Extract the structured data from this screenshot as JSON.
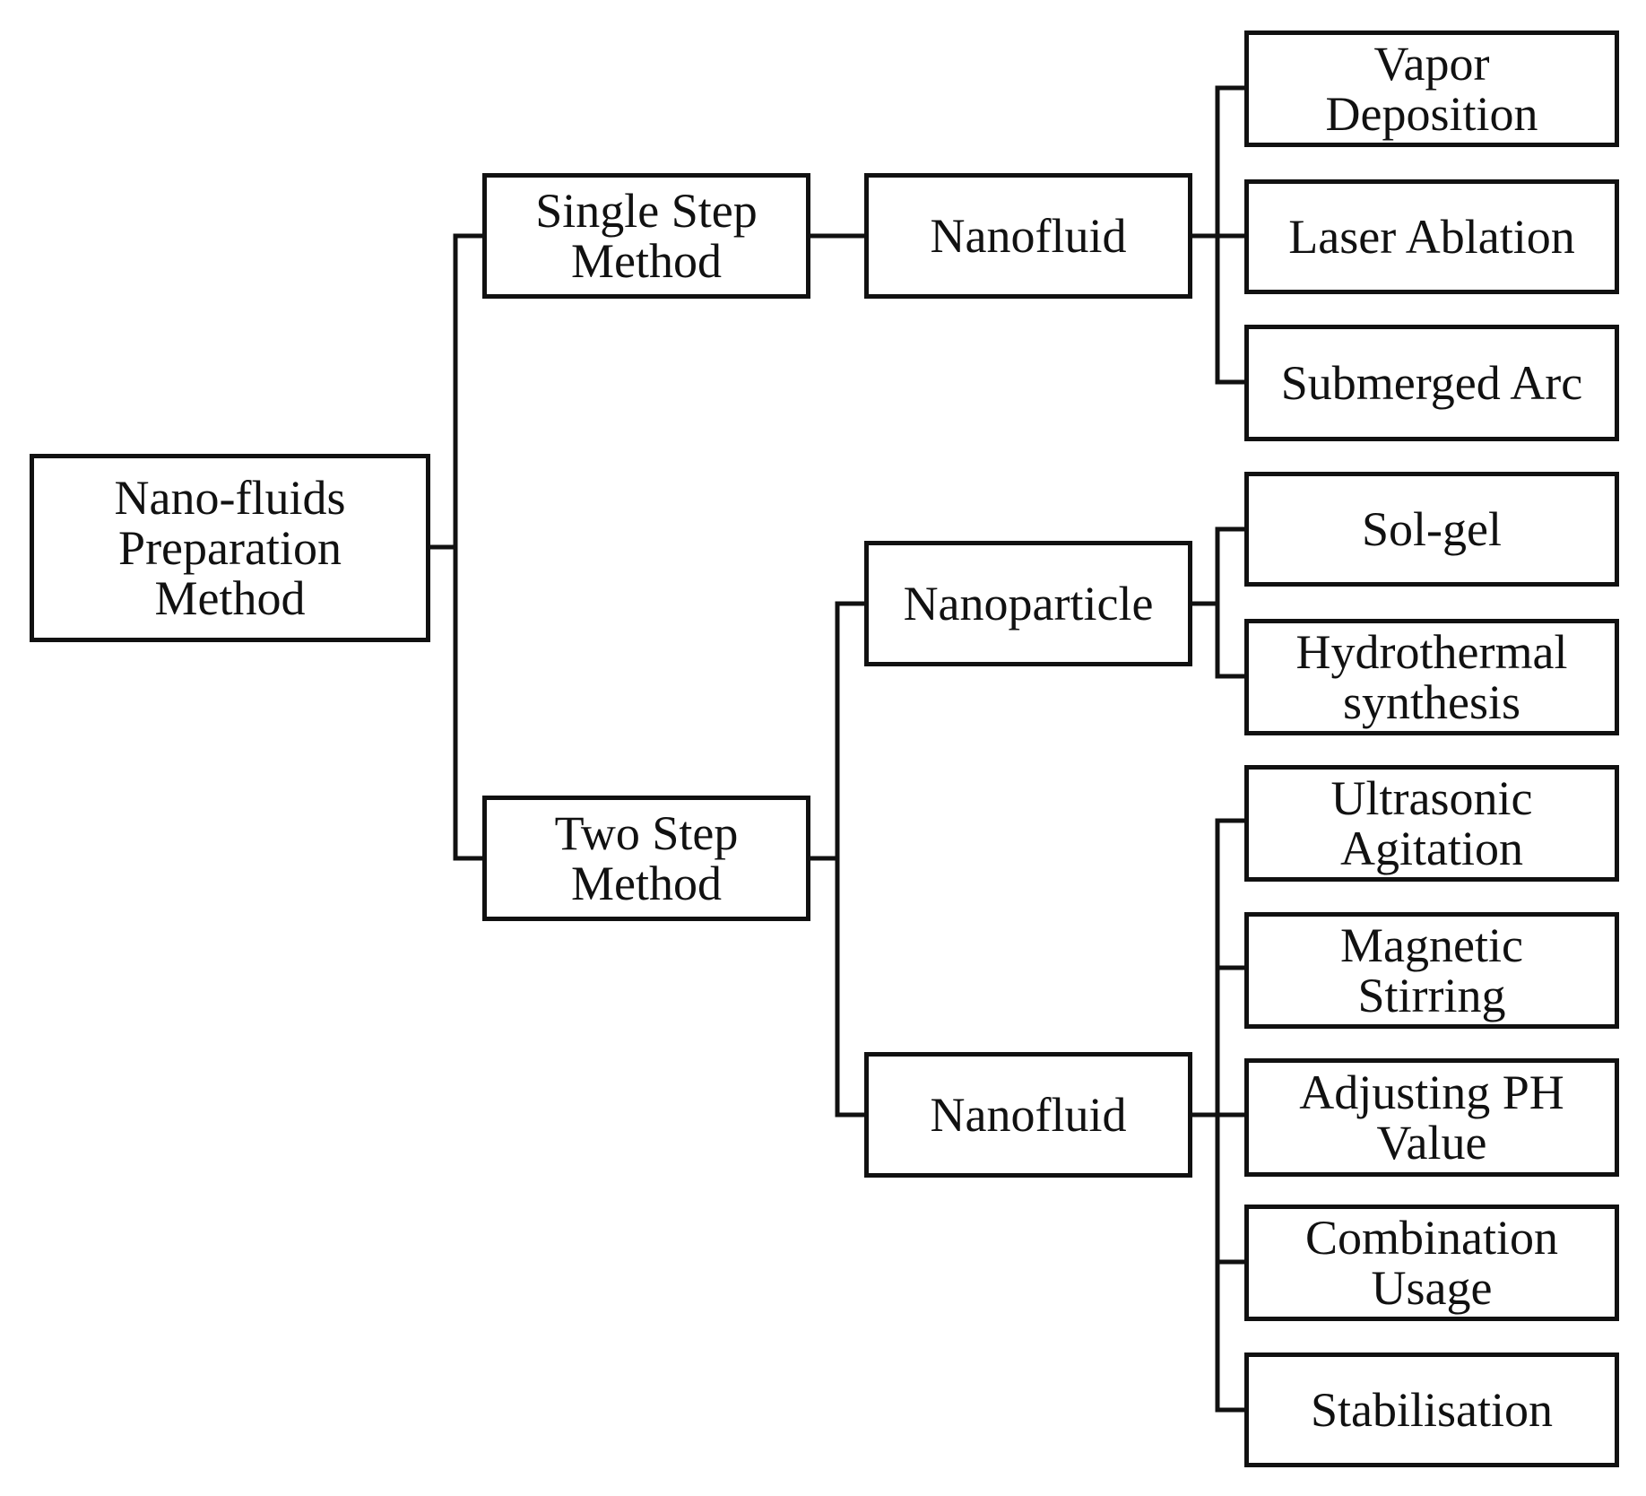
{
  "diagram": {
    "root": "Nano-fluids\nPreparation\nMethod",
    "single_step": {
      "label": "Single Step\nMethod",
      "nanofluid": "Nanofluid",
      "methods": [
        "Vapor\nDeposition",
        "Laser Ablation",
        "Submerged Arc"
      ]
    },
    "two_step": {
      "label": "Two Step\nMethod",
      "nanoparticle": "Nanoparticle",
      "nanoparticle_methods": [
        "Sol-gel",
        "Hydrothermal\nsynthesis"
      ],
      "nanofluid": "Nanofluid",
      "nanofluid_methods": [
        "Ultrasonic\nAgitation",
        "Magnetic\nStirring",
        "Adjusting PH\nValue",
        "Combination\nUsage",
        "Stabilisation"
      ]
    }
  }
}
